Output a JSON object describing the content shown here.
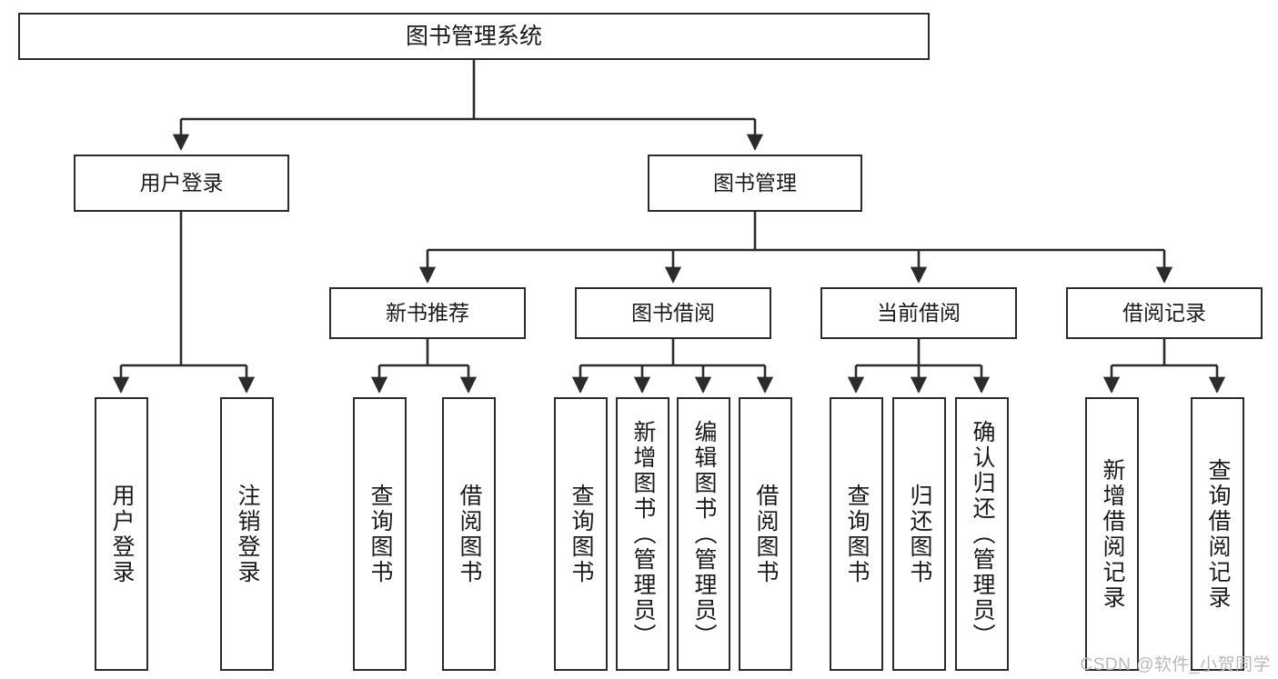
{
  "diagram": {
    "title": "图书管理系统",
    "type": "功能结构图",
    "style": {
      "box_border_color": "#2b2b2b",
      "box_fill_color": "#ffffff",
      "connector_color": "#2b2b2b",
      "text_color": "#1a1a1a",
      "background_color": "#ffffff",
      "watermark_color": "#b9b9b9"
    },
    "root": {
      "label": "图书管理系统"
    },
    "level2": [
      {
        "label": "用户登录"
      },
      {
        "label": "图书管理"
      }
    ],
    "level3": [
      {
        "label": "新书推荐"
      },
      {
        "label": "图书借阅"
      },
      {
        "label": "当前借阅"
      },
      {
        "label": "借阅记录"
      }
    ],
    "leaves": {
      "user_login": [
        {
          "label": "用户登录"
        },
        {
          "label": "注销登录"
        }
      ],
      "new_book_recommend": [
        {
          "label": "查询图书"
        },
        {
          "label": "借阅图书"
        }
      ],
      "book_borrow": [
        {
          "label": "查询图书"
        },
        {
          "label": "新增图书（管理员）"
        },
        {
          "label": "编辑图书（管理员）"
        },
        {
          "label": "借阅图书"
        }
      ],
      "current_borrow": [
        {
          "label": "查询图书"
        },
        {
          "label": "归还图书"
        },
        {
          "label": "确认归还（管理员）"
        }
      ],
      "borrow_record": [
        {
          "label": "新增借阅记录"
        },
        {
          "label": "查询借阅记录"
        }
      ]
    }
  },
  "watermark": {
    "text": "CSDN @软件_小贺同学"
  }
}
